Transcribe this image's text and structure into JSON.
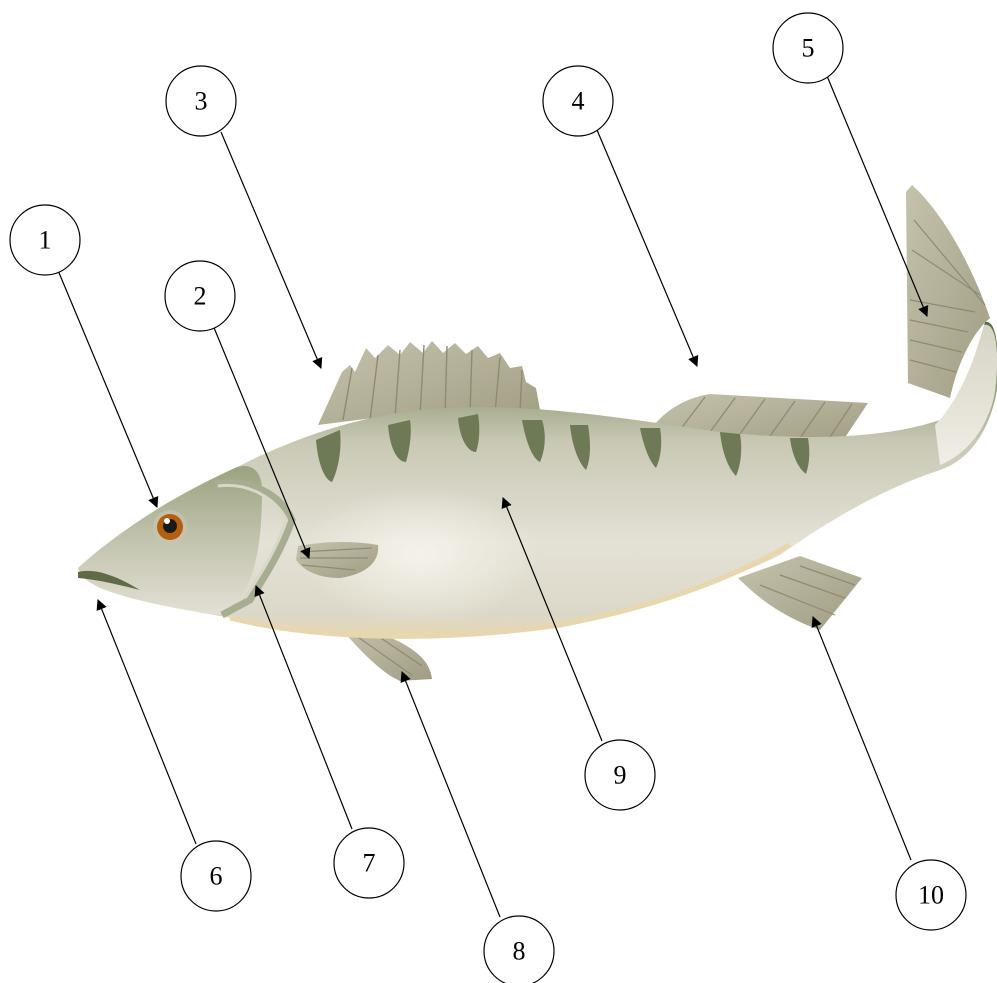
{
  "diagram": {
    "subject": "fish",
    "colors": {
      "body_light": "#e3e0d4",
      "body_back": "#6e7a56",
      "fins": "#b7b49d",
      "fin_rays": "#8f8b72",
      "belly_edge": "#e8d9b8",
      "eye_iris": "#b45f0e",
      "eye_pupil": "#1a1a1a"
    },
    "callouts": [
      {
        "number": "1"
      },
      {
        "number": "2"
      },
      {
        "number": "3"
      },
      {
        "number": "4"
      },
      {
        "number": "5"
      },
      {
        "number": "6"
      },
      {
        "number": "7"
      },
      {
        "number": "8"
      },
      {
        "number": "9"
      },
      {
        "number": "10"
      }
    ]
  }
}
